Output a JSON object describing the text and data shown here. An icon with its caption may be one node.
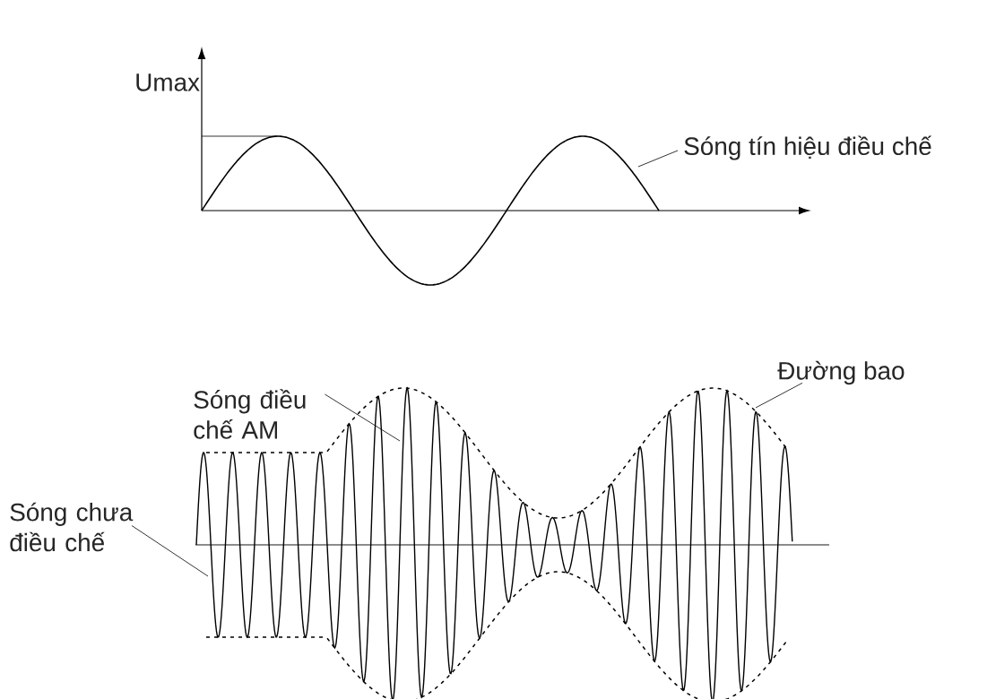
{
  "diagram": {
    "nodes": [
      {
        "text": [
          "Sóng tín hiệu điều chế"
        ]
      },
      {
        "text": [
          "Sóng điều chế AM"
        ]
      },
      {
        "text": [
          "Đường bao"
        ]
      },
      {
        "text": [
          "Sóng chưa điều chế"
        ]
      }
    ],
    "edges": [
      {
        "from": 0,
        "to": null,
        "arrow": "none"
      },
      {
        "from": 1,
        "to": null,
        "arrow": "none"
      },
      {
        "from": 2,
        "to": null,
        "arrow": "none"
      },
      {
        "from": 3,
        "to": null,
        "arrow": "none"
      }
    ],
    "labels": [
      "Umax"
    ]
  }
}
